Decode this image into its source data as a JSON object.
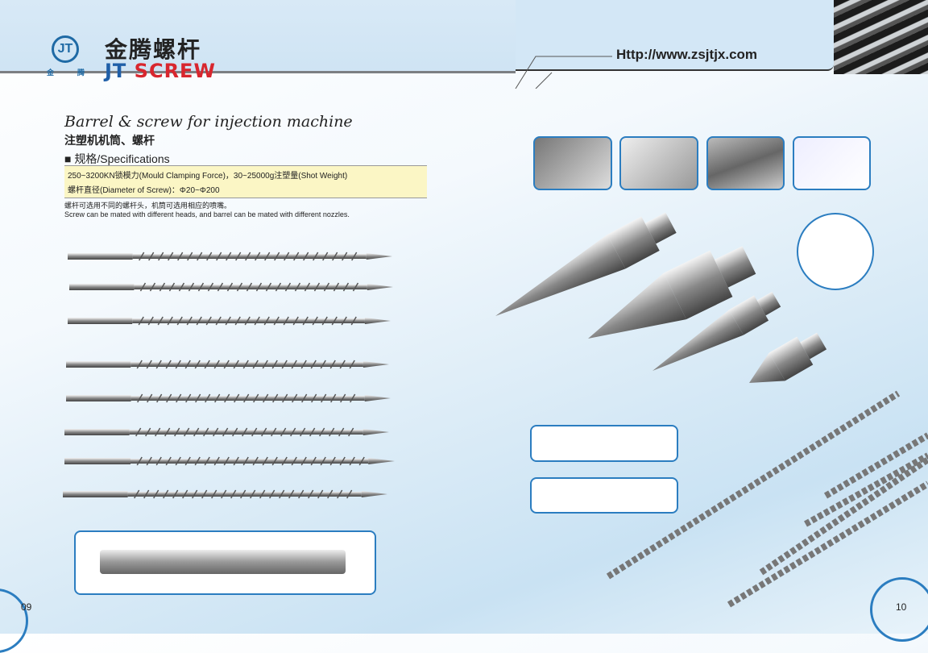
{
  "brand": {
    "logo_mark": "JT",
    "logo_left": "金",
    "logo_right": "腾",
    "name_cn": "金腾螺杆",
    "name_en_blue": "JT",
    "name_en_red": "SCREW"
  },
  "header": {
    "url": "Http://www.zsjtjx.com"
  },
  "section": {
    "title": "Barrel & screw for injection machine",
    "title_cn": "注塑机机筒、螺杆",
    "spec_heading": "■ 规格/Specifications"
  },
  "specs": [
    "250~3200KN锁模力(Mould Clamping Force)，30~25000g注塑量(Shot Weight)",
    "螺杆直径(Diameter of Screw)：Φ20~Φ200"
  ],
  "notes": [
    "螺杆可选用不同的螺杆头，机筒可选用相应的喷嘴。",
    "Screw can be mated with different heads, and barrel can be mated with different nozzles."
  ],
  "pages": {
    "left": "09",
    "right": "10"
  },
  "colors": {
    "accent": "#2b7dc0",
    "spec_bg": "#fbf6c5",
    "brand_red": "#d8262e",
    "brand_blue": "#1f5fa8"
  }
}
